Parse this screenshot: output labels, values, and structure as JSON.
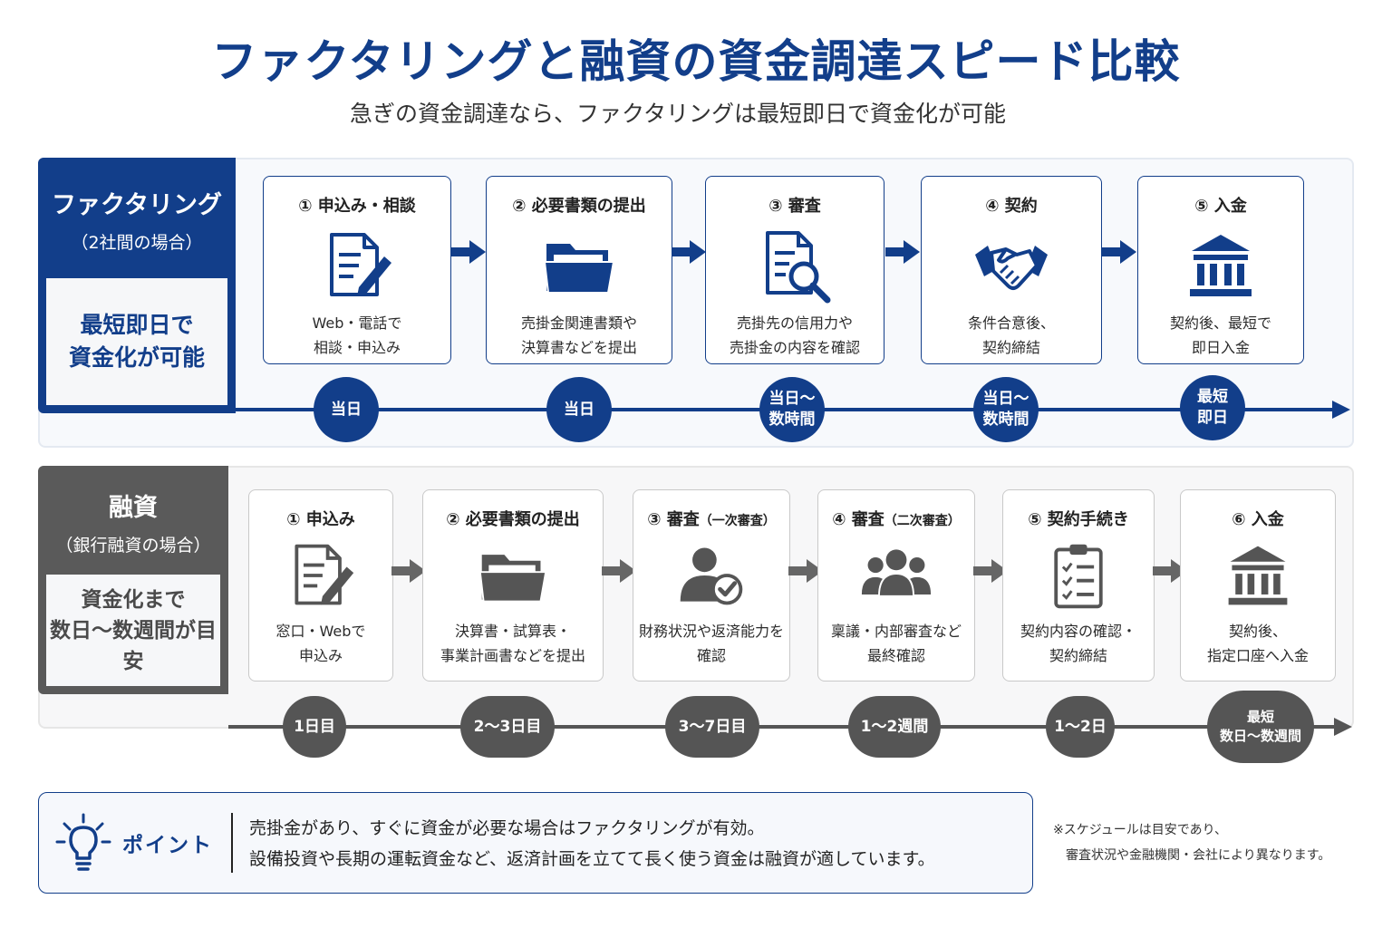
{
  "title": "ファクタリングと融資の資金調達スピード比較",
  "subtitle": "急ぎの資金調達なら、ファクタリングは最短即日で資金化が可能",
  "colors": {
    "factoring": "#123e8a",
    "loan": "#555555"
  },
  "factoring": {
    "name": "ファクタリング",
    "sub": "（2社間の場合）",
    "summary_line1": "最短即日で",
    "summary_line2": "資金化が可能",
    "steps": [
      {
        "num": "①",
        "title": "申込み・相談",
        "icon": "document-pen-icon",
        "desc1": "Web・電話で",
        "desc2": "相談・申込み",
        "time1": "当日",
        "time2": ""
      },
      {
        "num": "②",
        "title": "必要書類の提出",
        "icon": "folder-icon",
        "desc1": "売掛金関連書類や",
        "desc2": "決算書などを提出",
        "time1": "当日",
        "time2": ""
      },
      {
        "num": "③",
        "title": "審査",
        "icon": "document-search-icon",
        "desc1": "売掛先の信用力や",
        "desc2": "売掛金の内容を確認",
        "time1": "当日〜",
        "time2": "数時間"
      },
      {
        "num": "④",
        "title": "契約",
        "icon": "handshake-icon",
        "desc1": "条件合意後、",
        "desc2": "契約締結",
        "time1": "当日〜",
        "time2": "数時間"
      },
      {
        "num": "⑤",
        "title": "入金",
        "icon": "bank-icon",
        "desc1": "契約後、最短で",
        "desc2": "即日入金",
        "time1": "最短",
        "time2": "即日"
      }
    ]
  },
  "loan": {
    "name": "融資",
    "sub": "（銀行融資の場合）",
    "summary_line1": "資金化まで",
    "summary_line2": "数日〜数週間が目安",
    "steps": [
      {
        "num": "①",
        "title": "申込み",
        "title_sm": "",
        "icon": "document-pen-icon",
        "desc1": "窓口・Webで",
        "desc2": "申込み",
        "time1": "1日目",
        "time2": ""
      },
      {
        "num": "②",
        "title": "必要書類の提出",
        "title_sm": "",
        "icon": "folder-icon",
        "desc1": "決算書・試算表・",
        "desc2": "事業計画書などを提出",
        "time1": "2〜3日目",
        "time2": ""
      },
      {
        "num": "③",
        "title": "審査",
        "title_sm": "（一次審査）",
        "icon": "user-check-icon",
        "desc1": "財務状況や返済能力を",
        "desc2": "確認",
        "time1": "3〜7日目",
        "time2": ""
      },
      {
        "num": "④",
        "title": "審査",
        "title_sm": "（二次審査）",
        "icon": "group-icon",
        "desc1": "稟議・内部審査など",
        "desc2": "最終確認",
        "time1": "1〜2週間",
        "time2": ""
      },
      {
        "num": "⑤",
        "title": "契約手続き",
        "title_sm": "",
        "icon": "clipboard-checklist-icon",
        "desc1": "契約内容の確認・",
        "desc2": "契約締結",
        "time1": "1〜2日",
        "time2": ""
      },
      {
        "num": "⑥",
        "title": "入金",
        "title_sm": "",
        "icon": "bank-icon",
        "desc1": "契約後、",
        "desc2": "指定口座へ入金",
        "time1": "最短",
        "time2": "数日〜数週間"
      }
    ]
  },
  "point": {
    "icon": "lightbulb-icon",
    "label": "ポイント",
    "line1": "売掛金があり、すぐに資金が必要な場合はファクタリングが有効。",
    "line2": "設備投資や長期の運転資金など、返済計画を立てて長く使う資金は融資が適しています。"
  },
  "note": {
    "line1": "※スケジュールは目安であり、",
    "line2": "　審査状況や金融機関・会社により異なります。"
  }
}
